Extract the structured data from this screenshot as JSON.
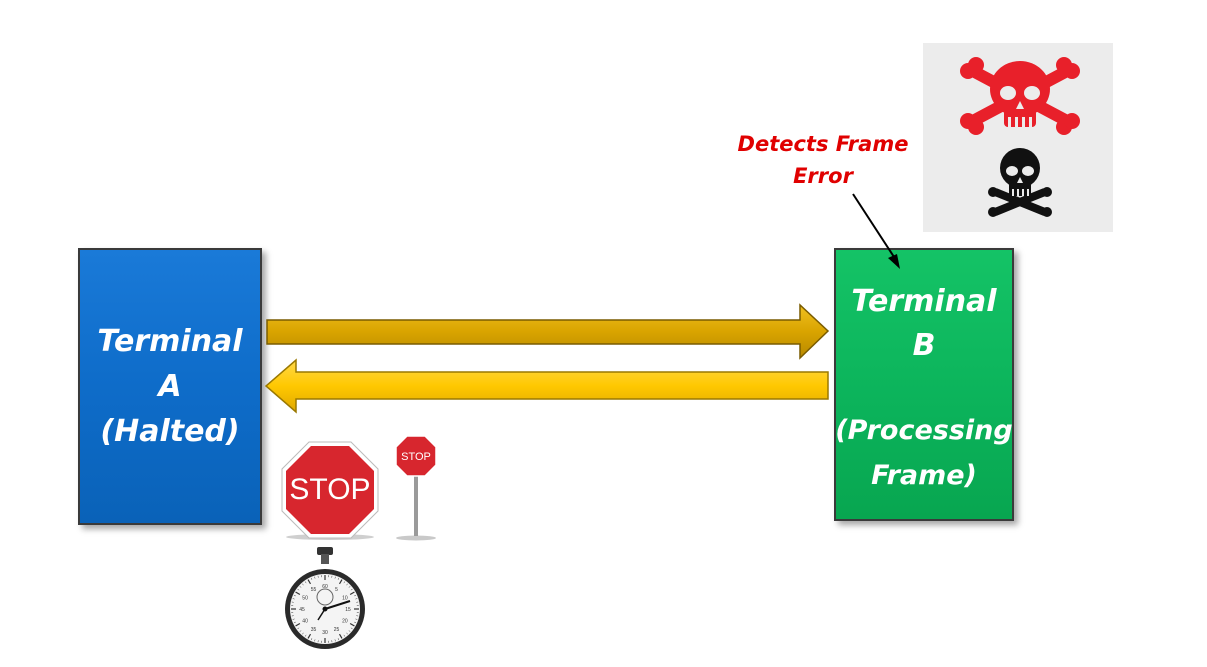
{
  "terminal_a": {
    "line1": "Terminal",
    "line2": "A",
    "line3": "(Halted)"
  },
  "terminal_b": {
    "line1": "Terminal",
    "line2": "B",
    "line3": "(Processing",
    "line4": "Frame)"
  },
  "annotation": {
    "line1": "Detects Frame",
    "line2": "Error"
  },
  "stop_sign_large": {
    "text": "STOP"
  },
  "stop_sign_small": {
    "text": "STOP"
  },
  "stopwatch": {
    "dial_labels": [
      "60",
      "5",
      "10",
      "15",
      "20",
      "25",
      "30",
      "35",
      "40",
      "45",
      "50",
      "55"
    ]
  },
  "colors": {
    "terminal_a": "#0e6cc9",
    "terminal_b": "#0bb25a",
    "arrow_right": "#d9a400",
    "arrow_left": "#ffc800",
    "annotation_text": "#e00000",
    "skull_red": "#e8202a",
    "skull_black": "#111111",
    "stop_red": "#d7262e"
  },
  "icons": [
    "skull-crossbones-red-icon",
    "skull-crossbones-black-icon",
    "stop-sign-icon",
    "stop-sign-post-icon",
    "stopwatch-icon"
  ]
}
